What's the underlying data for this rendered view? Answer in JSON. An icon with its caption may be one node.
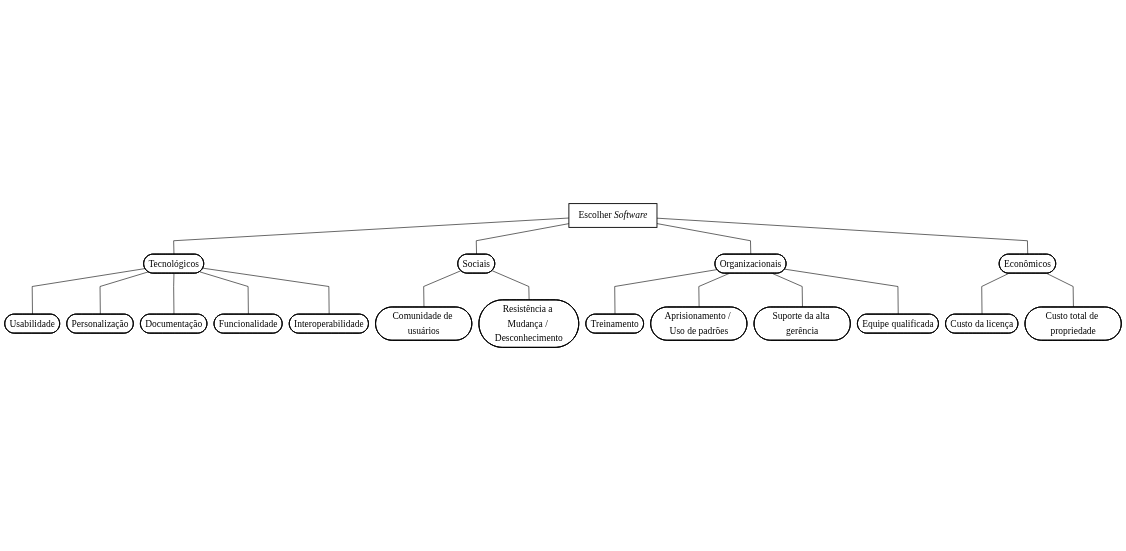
{
  "diagram": {
    "nodes": [
      {
        "text": [
          "Escolher *Software*"
        ]
      },
      {
        "text": [
          "Tecnológicos"
        ]
      },
      {
        "text": [
          "Sociais"
        ]
      },
      {
        "text": [
          "Organizacionais"
        ]
      },
      {
        "text": [
          "Econômicos"
        ]
      },
      {
        "text": [
          "Usabilidade"
        ]
      },
      {
        "text": [
          "Personalização"
        ]
      },
      {
        "text": [
          "Documentação"
        ]
      },
      {
        "text": [
          "Funcionalidade"
        ]
      },
      {
        "text": [
          "Interoperabilidade"
        ]
      },
      {
        "text": [
          "Comunidade de usuários"
        ]
      },
      {
        "text": [
          "Resistência a Mudança / Desconhecimento"
        ]
      },
      {
        "text": [
          "Treinamento"
        ]
      },
      {
        "text": [
          "Aprisionamento / Uso de padrões"
        ]
      },
      {
        "text": [
          "Suporte da alta gerência"
        ]
      },
      {
        "text": [
          "Equipe qualificada"
        ]
      },
      {
        "text": [
          "Custo da licença"
        ]
      },
      {
        "text": [
          "Custo total de propriedade"
        ]
      }
    ],
    "edges": [
      {
        "from": 0,
        "to": 1,
        "arrow": "none"
      },
      {
        "from": 0,
        "to": 2,
        "arrow": "none"
      },
      {
        "from": 0,
        "to": 3,
        "arrow": "none"
      },
      {
        "from": 0,
        "to": 4,
        "arrow": "none"
      },
      {
        "from": 1,
        "to": 5,
        "arrow": "none"
      },
      {
        "from": 1,
        "to": 6,
        "arrow": "none"
      },
      {
        "from": 1,
        "to": 7,
        "arrow": "none"
      },
      {
        "from": 1,
        "to": 8,
        "arrow": "none"
      },
      {
        "from": 1,
        "to": 9,
        "arrow": "none"
      },
      {
        "from": 2,
        "to": 10,
        "arrow": "none"
      },
      {
        "from": 2,
        "to": 11,
        "arrow": "none"
      },
      {
        "from": 3,
        "to": 12,
        "arrow": "none"
      },
      {
        "from": 3,
        "to": 13,
        "arrow": "none"
      },
      {
        "from": 3,
        "to": 14,
        "arrow": "none"
      },
      {
        "from": 3,
        "to": 15,
        "arrow": "none"
      },
      {
        "from": 4,
        "to": 16,
        "arrow": "none"
      },
      {
        "from": 4,
        "to": 17,
        "arrow": "none"
      }
    ]
  }
}
